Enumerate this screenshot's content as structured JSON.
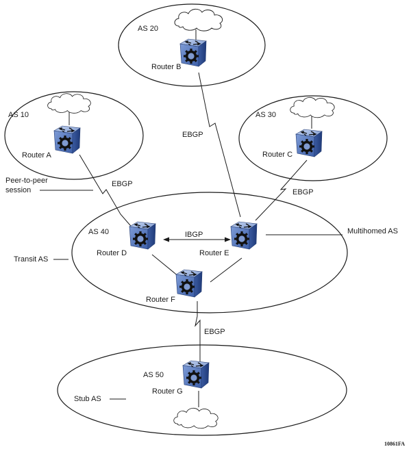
{
  "diagram": {
    "type": "bgp-topology",
    "figure_id": "10861FA",
    "autonomous_systems": [
      {
        "id": "as10",
        "label": "AS 10",
        "router": "Router A",
        "has_cloud": true
      },
      {
        "id": "as20",
        "label": "AS 20",
        "router": "Router B",
        "has_cloud": true
      },
      {
        "id": "as30",
        "label": "AS 30",
        "router": "Router C",
        "has_cloud": true
      },
      {
        "id": "as40",
        "label": "AS 40",
        "routers": [
          "Router D",
          "Router E",
          "Router F"
        ],
        "has_cloud": false
      },
      {
        "id": "as50",
        "label": "AS 50",
        "router": "Router G",
        "has_cloud": true
      }
    ],
    "routers": {
      "a": "Router A",
      "b": "Router B",
      "c": "Router C",
      "d": "Router D",
      "e": "Router E",
      "f": "Router F",
      "g": "Router G"
    },
    "links": [
      {
        "from": "Router A",
        "to": "Router D",
        "label": "EBGP"
      },
      {
        "from": "Router B",
        "to": "Router E",
        "label": "EBGP"
      },
      {
        "from": "Router C",
        "to": "Router E",
        "label": "EBGP"
      },
      {
        "from": "Router D",
        "to": "Router E",
        "label": "IBGP",
        "bidirectional_arrow": true
      },
      {
        "from": "Router D",
        "to": "Router F",
        "label": ""
      },
      {
        "from": "Router E",
        "to": "Router F",
        "label": ""
      },
      {
        "from": "Router F",
        "to": "Router G",
        "label": "EBGP"
      }
    ],
    "callouts": {
      "peer_to_peer_line1": "Peer-to-peer",
      "peer_to_peer_line2": "session",
      "transit_as": "Transit AS",
      "multihomed_as": "Multihomed AS",
      "stub_as": "Stub AS"
    },
    "labels": {
      "as10": "AS 10",
      "as20": "AS 20",
      "as30": "AS 30",
      "as40": "AS 40",
      "as50": "AS 50",
      "ebgp_ad": "EBGP",
      "ebgp_be": "EBGP",
      "ebgp_ce": "EBGP",
      "ibgp_de": "IBGP",
      "ebgp_fg": "EBGP"
    },
    "colors": {
      "router_face": "#5b7fc4",
      "router_top": "#9fb6e0",
      "router_side": "#2f4f94",
      "line": "#1a1a1a"
    }
  }
}
